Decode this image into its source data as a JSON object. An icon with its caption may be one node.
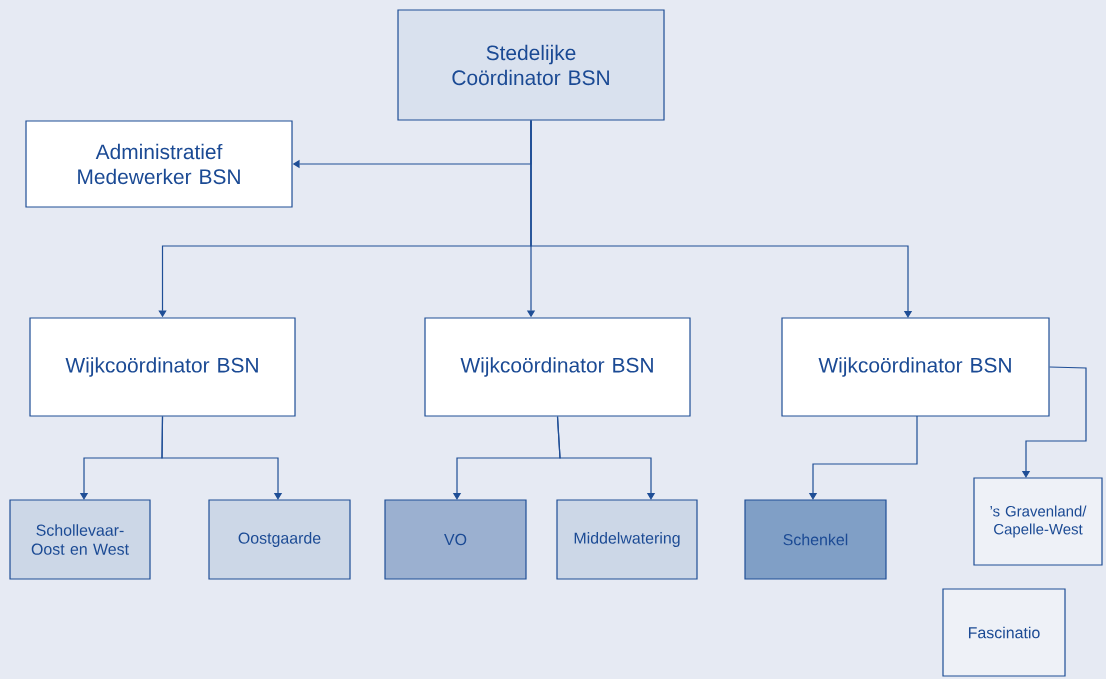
{
  "diagram": {
    "nodes": [
      {
        "text": [
          "Stedelijke Coördinator BSN"
        ]
      },
      {
        "text": [
          "Administratief Medewerker BSN"
        ]
      },
      {
        "text": [
          "Wijkcoördinator BSN"
        ]
      },
      {
        "text": [
          "Wijkcoördinator BSN"
        ]
      },
      {
        "text": [
          "Wijkcoördinator BSN"
        ]
      },
      {
        "text": [
          "Schollevaar- Oost en West"
        ]
      },
      {
        "text": [
          "Oostgaarde"
        ]
      },
      {
        "text": [
          "VO"
        ]
      },
      {
        "text": [
          "Middelwatering"
        ]
      },
      {
        "text": [
          "Schenkel"
        ]
      },
      {
        "text": [
          "’s Gravenland/ Capelle-West"
        ]
      },
      {
        "text": [
          "Fascinatio"
        ]
      }
    ],
    "edges": [
      {
        "from": 0,
        "to": 1,
        "arrow": "to"
      },
      {
        "from": 0,
        "to": 2,
        "arrow": "to"
      },
      {
        "from": 0,
        "to": 3,
        "arrow": "to"
      },
      {
        "from": 0,
        "to": 4,
        "arrow": "to"
      },
      {
        "from": 2,
        "to": 5,
        "arrow": "to"
      },
      {
        "from": 2,
        "to": 6,
        "arrow": "to"
      },
      {
        "from": 3,
        "to": 7,
        "arrow": "to"
      },
      {
        "from": 3,
        "to": 8,
        "arrow": "to"
      },
      {
        "from": 4,
        "to": 9,
        "arrow": "to"
      },
      {
        "from": 4,
        "to": 10,
        "arrow": "to"
      }
    ]
  }
}
